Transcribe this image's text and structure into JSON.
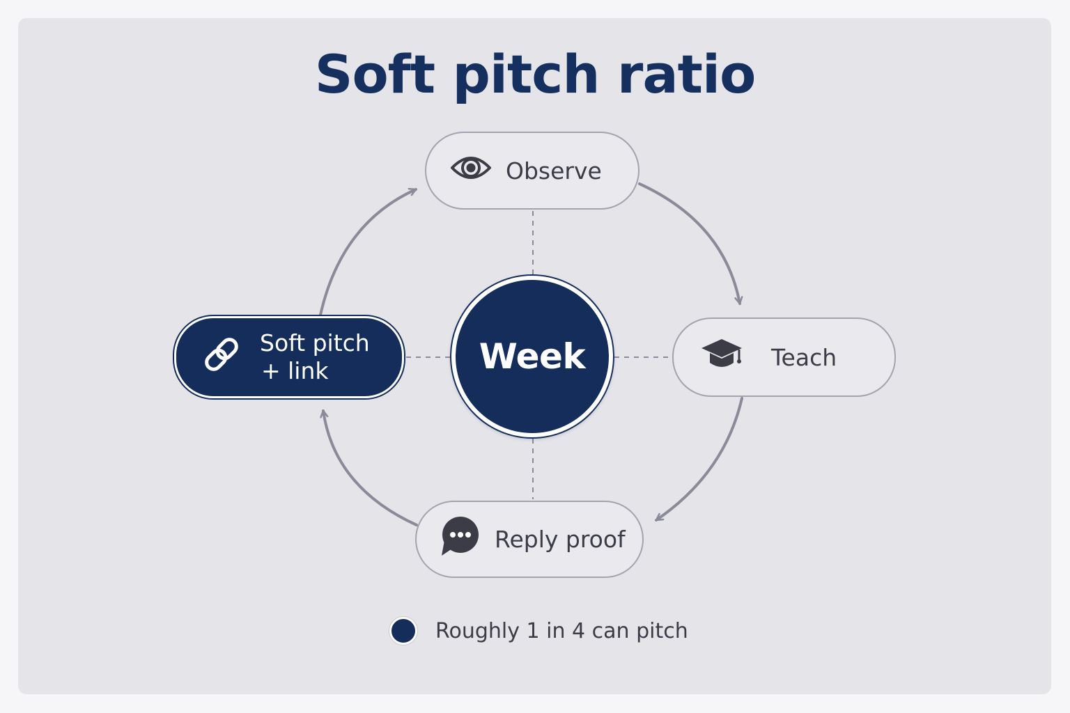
{
  "title": "Soft pitch ratio",
  "hub": {
    "label": "Week"
  },
  "nodes": {
    "observe": {
      "label": "Observe",
      "icon": "eye-icon"
    },
    "teach": {
      "label": "Teach",
      "icon": "graduation-cap-icon"
    },
    "reply": {
      "label": "Reply proof",
      "icon": "chat-bubble-icon"
    },
    "pitch": {
      "label_line1": "Soft pitch",
      "label_line2": "+ link",
      "icon": "link-icon",
      "highlighted": true
    }
  },
  "legend": {
    "text": "Roughly 1 in 4 can pitch"
  },
  "colors": {
    "navy": "#142d5a",
    "node_fill": "#e9e9ee",
    "node_border": "#a3a3ad",
    "connector": "#8a8a98",
    "background": "#e4e4e9"
  }
}
